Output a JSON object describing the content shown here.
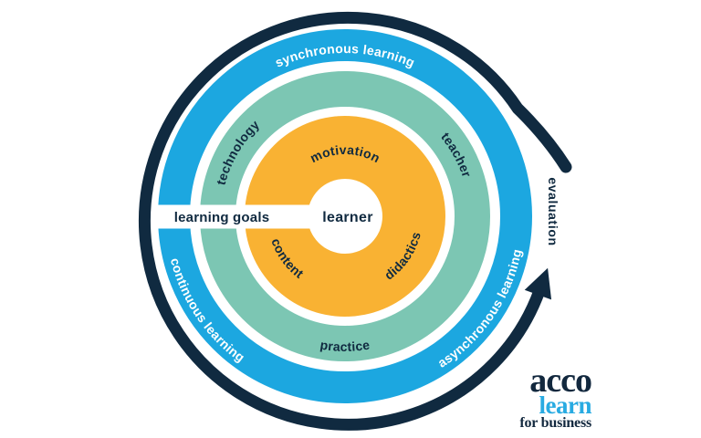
{
  "colors": {
    "navy": "#102A40",
    "blue": "#1CA7E0",
    "teal": "#7CC6B3",
    "orange": "#F9B233",
    "white": "#FFFFFF",
    "logo_blue": "#29ABE2",
    "logo_navy": "#12283E"
  },
  "diagram": {
    "center_label": "learner",
    "band_label": "learning goals",
    "cycle_label": "evaluation",
    "ring_blue": {
      "top": "synchronous learning",
      "bottom_left": "continuous learning",
      "bottom_right": "asynchronous learning"
    },
    "ring_teal": {
      "top_left": "technology",
      "top_right": "teacher",
      "bottom": "practice"
    },
    "ring_orange": {
      "top": "motivation",
      "bottom_left": "content",
      "bottom_right": "didactics"
    }
  },
  "logo": {
    "brand": "acco",
    "product": "learn",
    "tagline": "for business"
  }
}
